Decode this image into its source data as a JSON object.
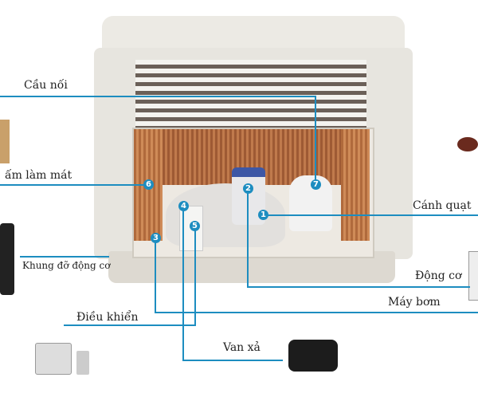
{
  "labels": {
    "bridge": "Cầu nối",
    "cooling_pad": "ấm làm mát",
    "motor_frame": "Khung đỡ động cơ",
    "controller": "Điều khiển",
    "drain_valve": "Van xả",
    "fan_blade": "Cánh quạt",
    "motor": "Động cơ",
    "pump": "Máy bơm"
  },
  "markers": {
    "m1": "1",
    "m2": "2",
    "m3": "3",
    "m4": "4",
    "m5": "5",
    "m6": "6",
    "m7": "7"
  },
  "colors": {
    "line": "#1d8dc0"
  }
}
